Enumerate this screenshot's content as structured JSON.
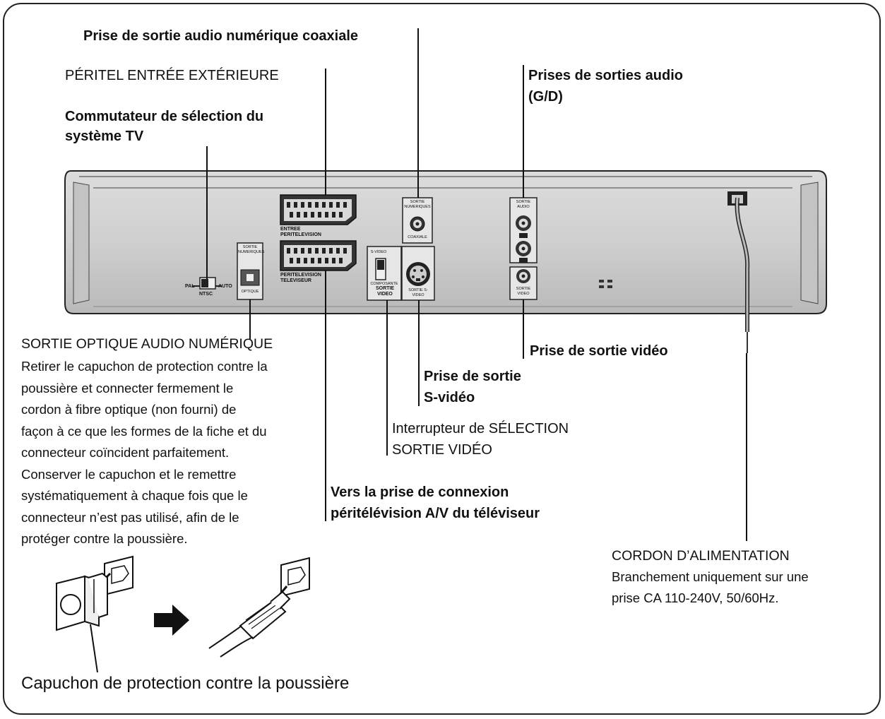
{
  "labels": {
    "coax": "Prise de sortie audio numérique coaxiale",
    "peritel_in": "PÉRITEL ENTRÉE EXTÉRIEURE",
    "tv_switch_l1": "Commutateur de sélection du",
    "tv_switch_l2": "système TV",
    "audio_out_l1": "Prises de sorties audio",
    "audio_out_l2": "(G/D)",
    "optical_title": "SORTIE OPTIQUE AUDIO NUMÉRIQUE",
    "optical_text": [
      "Retirer le capuchon de protection contre la",
      "poussière et connecter fermement le",
      "cordon à fibre optique (non fourni) de",
      "façon à ce que les formes de la fiche et du",
      "connecteur coïncident parfaitement.",
      "Conserver le capuchon et le remettre",
      "systématiquement à chaque fois que le",
      "connecteur n’est pas utilisé, afin de le",
      "protéger contre la poussière."
    ],
    "video_out": "Prise de sortie vidéo",
    "svideo_l1": "Prise de sortie",
    "svideo_l2": "S-vidéo",
    "select_l1": "Interrupteur de SÉLECTION",
    "select_l2": "SORTIE VIDÉO",
    "tv_conn_l1": "Vers la prise de connexion",
    "tv_conn_l2": "péritélévision A/V du téléviseur",
    "power_title": "CORDON D’ALIMENTATION",
    "power_l1": "Branchement uniquement sur une",
    "power_l2": "prise CA 110-240V, 50/60Hz.",
    "dust_cap": "Capuchon de protection contre la poussière"
  },
  "panel_text": {
    "pal": "PAL",
    "ntsc": "NTSC",
    "auto": "AUTO",
    "opt_top": "SORTIE NUMERIQUES",
    "opt_bottom": "OPTIQUE",
    "scart_in_l1": "ENTREE",
    "scart_in_l2": "PERITELEVISION",
    "scart_out_l1": "PERITELEVISION",
    "scart_out_l2": "TELEVISEUR",
    "coax_top": "SORTIE NUMERIQUES",
    "coax_bottom": "COAXIALE",
    "svideo_switch_top": "S-VIDEO",
    "svideo_switch_bottom": "COMPOSANTE",
    "sortie_video": "SORTIE VIDEO",
    "svideo_jack": "SORTIE S-VIDEO",
    "audio_top": "SORTIE AUDIO",
    "video_jack": "SORTIE VIDEO"
  }
}
